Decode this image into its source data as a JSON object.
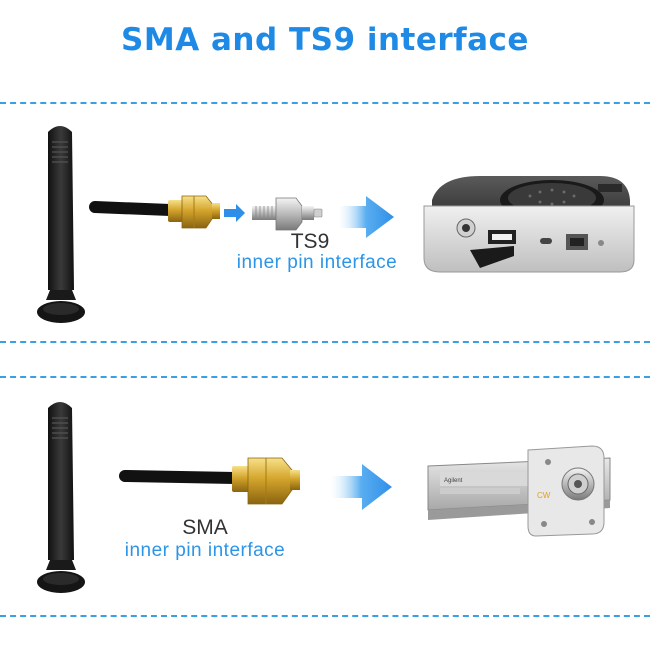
{
  "title": "SMA and TS9 interface",
  "colors": {
    "title_blue": "#1e8ae6",
    "label_blue": "#2b95e9",
    "divider_blue": "#3aa0e6",
    "arrow_blue": "#2f8fe8"
  },
  "top_section": {
    "connector_name": "TS9",
    "connector_desc": "inner pin interface"
  },
  "bottom_section": {
    "connector_name": "SMA",
    "connector_desc": "inner pin interface",
    "attenuator_marking": "CW"
  },
  "icons": [
    "antenna-icon",
    "sma-connector-icon",
    "ts9-adapter-icon",
    "arrow-right-icon",
    "router-icon",
    "attenuator-icon"
  ]
}
